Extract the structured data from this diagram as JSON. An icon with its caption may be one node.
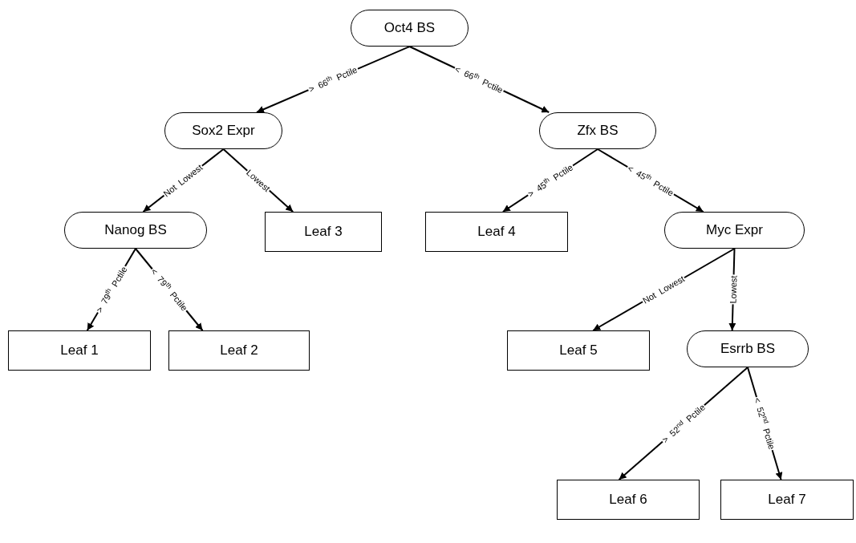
{
  "diagram": {
    "nodes": [
      {
        "text": [
          "Oct4 BS"
        ]
      },
      {
        "text": [
          "Sox2 Expr"
        ]
      },
      {
        "text": [
          "Zfx BS"
        ]
      },
      {
        "text": [
          "Nanog BS"
        ]
      },
      {
        "text": [
          "Leaf 3"
        ]
      },
      {
        "text": [
          "Leaf 4"
        ]
      },
      {
        "text": [
          "Myc Expr"
        ]
      },
      {
        "text": [
          "Leaf 1"
        ]
      },
      {
        "text": [
          "Leaf 2"
        ]
      },
      {
        "text": [
          "Leaf 5"
        ]
      },
      {
        "text": [
          "Esrrb BS"
        ]
      },
      {
        "text": [
          "Leaf 6"
        ]
      },
      {
        "text": [
          "Leaf 7"
        ]
      }
    ],
    "edges": [
      {
        "from": 0,
        "to": 1,
        "arrow": "to",
        "label": "> 66$^{th}$ Pctile"
      },
      {
        "from": 0,
        "to": 2,
        "arrow": "to",
        "label": "< 66$^{th}$ Pctile"
      },
      {
        "from": 1,
        "to": 3,
        "arrow": "to",
        "label": "Not Lowest"
      },
      {
        "from": 1,
        "to": 4,
        "arrow": "to",
        "label": "Lowest"
      },
      {
        "from": 2,
        "to": 5,
        "arrow": "to",
        "label": "> 45$^{th}$ Pctile"
      },
      {
        "from": 2,
        "to": 6,
        "arrow": "to",
        "label": "< 45$^{th}$ Pctile"
      },
      {
        "from": 3,
        "to": 7,
        "arrow": "to",
        "label": "> 79$^{th}$ Pctile"
      },
      {
        "from": 3,
        "to": 8,
        "arrow": "to",
        "label": "< 79$^{th}$ Pctile"
      },
      {
        "from": 6,
        "to": 9,
        "arrow": "to",
        "label": "Not Lowest"
      },
      {
        "from": 6,
        "to": 10,
        "arrow": "to",
        "label": "Lowest"
      },
      {
        "from": 10,
        "to": 11,
        "arrow": "to",
        "label": "> 52$^{nd}$ Pctile"
      },
      {
        "from": 10,
        "to": 12,
        "arrow": "to",
        "label": "< 52$^{nd}$ Pctile"
      }
    ]
  }
}
